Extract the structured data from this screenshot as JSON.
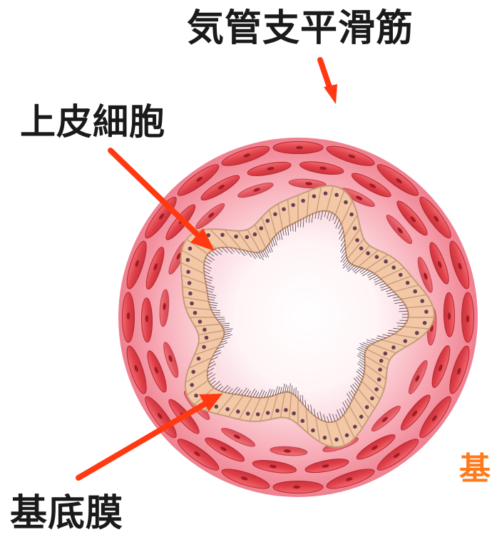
{
  "labels": {
    "smooth_muscle": "気管支平滑筋",
    "epithelium": "上皮細胞",
    "basement_membrane": "基底膜",
    "cut_off_text": "基"
  },
  "colors": {
    "background": "#ffffff",
    "label_text": "#1a1a1a",
    "arrow": "#ff3a12",
    "cut_off_text": "#ff7a1a",
    "muscle": "#e0454c",
    "wall_pink": "#f59aa5",
    "lumen_center": "#ffffff",
    "epithelium_cell": "#f6d2b2",
    "cilia": "#3a2a3a"
  },
  "icons": [
    "arrow-pointer",
    "muscle-cell",
    "epithelial-cell",
    "cilia"
  ]
}
